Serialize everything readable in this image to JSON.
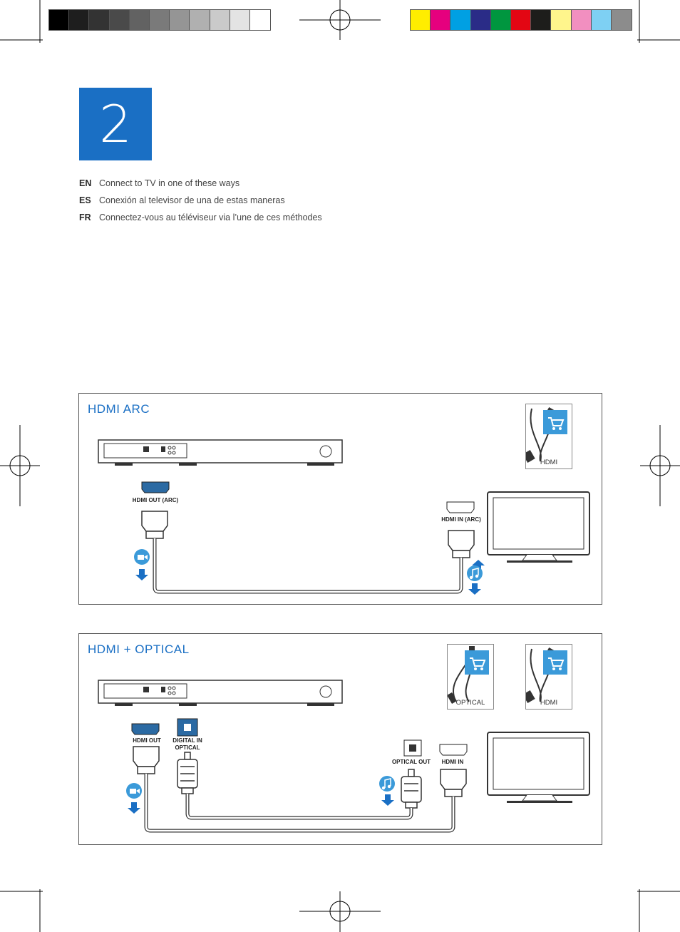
{
  "color_bar": {
    "grays": [
      "#000000",
      "#1e1e1e",
      "#333333",
      "#4a4a4a",
      "#626262",
      "#7a7a7a",
      "#959595",
      "#b0b0b0",
      "#cacaca",
      "#e3e3e3",
      "#ffffff"
    ],
    "colors": [
      "#ffed00",
      "#e6007e",
      "#00a0e3",
      "#2a2c87",
      "#00963f",
      "#e30613",
      "#1d1d1b",
      "#fff58c",
      "#f28fc0",
      "#7ed0f3",
      "#8c8c8c"
    ]
  },
  "step": {
    "number": "2"
  },
  "instructions": [
    {
      "code": "EN",
      "text": "Connect to TV in one of these ways"
    },
    {
      "code": "ES",
      "text": "Conexión al televisor de una de estas maneras"
    },
    {
      "code": "FR",
      "text": "Connectez-vous au téléviseur via l’une de ces méthodes"
    }
  ],
  "panel_arc": {
    "title": "HDMI ARC",
    "cable_label": "HDMI",
    "port_out": "HDMI OUT (ARC)",
    "port_in": "HDMI IN (ARC)"
  },
  "panel_optical": {
    "title": "HDMI + OPTICAL",
    "cable_optical_label": "OPTICAL",
    "cable_hdmi_label": "HDMI",
    "port_hdmi_out": "HDMI OUT",
    "port_digital_in": "DIGITAL IN OPTICAL",
    "port_optical_out": "OPTICAL OUT",
    "port_hdmi_in": "HDMI IN"
  },
  "icons": {
    "video": "video-icon",
    "music": "music-note-icon",
    "cart": "shopping-cart-icon"
  },
  "accent_color": "#1a6fc4"
}
